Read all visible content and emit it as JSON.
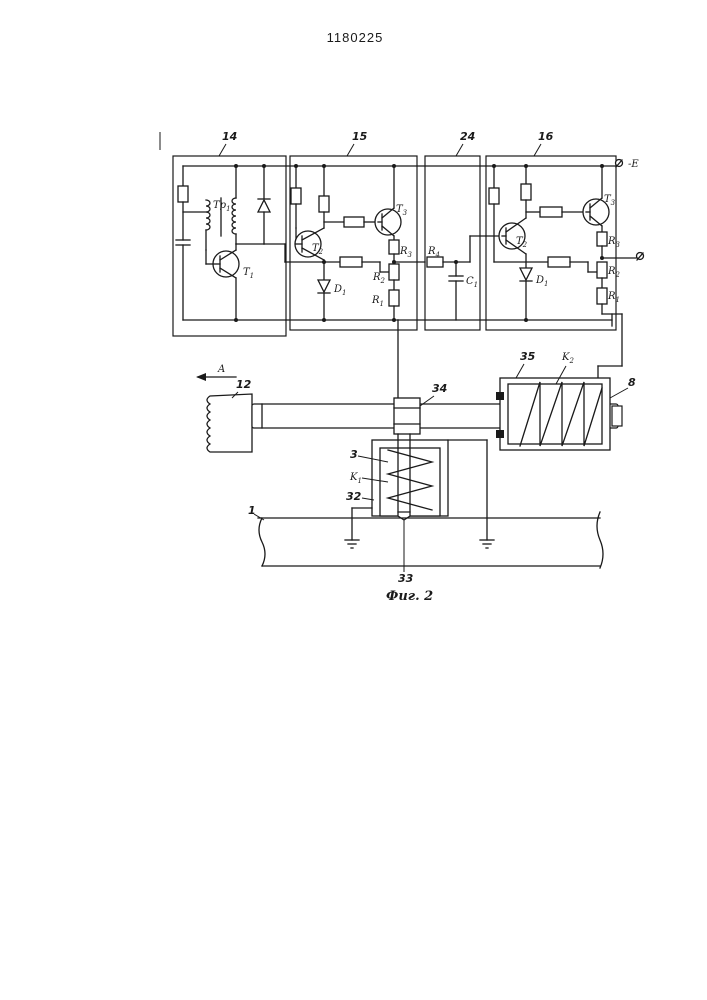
{
  "document": {
    "patent_number": "1180225",
    "figure_caption": "Фиг. 2"
  },
  "blocks": {
    "b14": "14",
    "b15": "15",
    "b24": "24",
    "b16": "16"
  },
  "terminals": {
    "supply": "-E"
  },
  "components": {
    "block14": {
      "transformer": "Тр",
      "transformer_sub": "1",
      "transistor": "T",
      "transistor_sub": "1"
    },
    "block15": {
      "t3": "T",
      "t3_sub": "3",
      "t2": "T",
      "t2_sub": "2",
      "r3": "R",
      "r3_sub": "3",
      "r2": "R",
      "r2_sub": "2",
      "r1": "R",
      "r1_sub": "1",
      "d1": "D",
      "d1_sub": "1"
    },
    "block24": {
      "r4": "R",
      "r4_sub": "4",
      "c1": "C",
      "c1_sub": "1"
    },
    "block16": {
      "t3": "T",
      "t3_sub": "3",
      "t2": "T",
      "t2_sub": "2",
      "r3": "R",
      "r3_sub": "3",
      "r2": "R",
      "r2_sub": "2",
      "r1": "R",
      "r1_sub": "1",
      "d1": "D",
      "d1_sub": "1"
    }
  },
  "mechanism": {
    "direction_label": "A",
    "part_12": "12",
    "part_34": "34",
    "part_35": "35",
    "coil_k2": "K",
    "coil_k2_sub": "2",
    "part_8": "8",
    "part_3": "3",
    "coil_k1": "K",
    "coil_k1_sub": "1",
    "part_32": "32",
    "part_1": "1",
    "part_33": "33"
  }
}
